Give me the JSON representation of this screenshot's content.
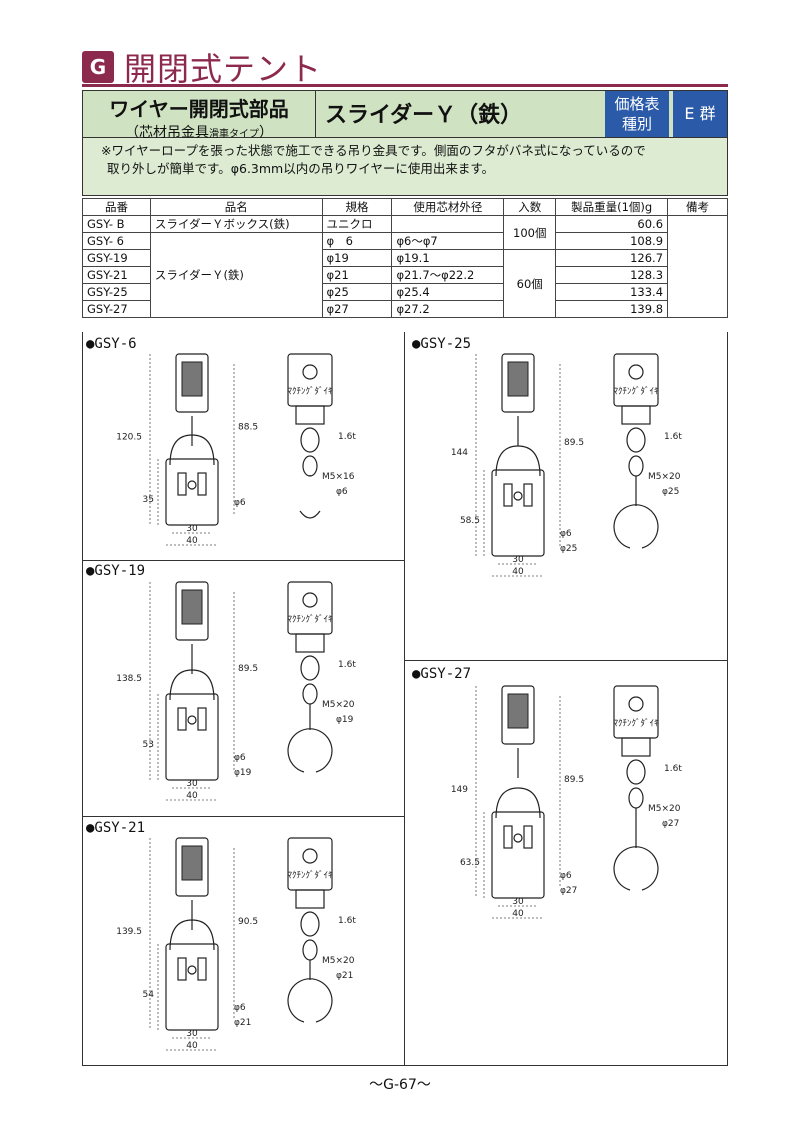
{
  "header": {
    "badge": "G",
    "title": "開閉式テント"
  },
  "band": {
    "category": "ワイヤー開閉式部品",
    "sub": "（芯材吊金具",
    "sub_small": "滑車タイプ",
    "sub_end": "）",
    "product": "スライダーＹ（鉄）",
    "price_label_1": "価格表",
    "price_label_2": "種別",
    "price_group": "E 群"
  },
  "note": {
    "line1": "※ワイヤーロープを張った状態で施工できる吊り金具です。側面のフタがバネ式になっているので",
    "line2": "取り外しが簡単です。φ6.3mm以内の吊りワイヤーに使用出来ます。"
  },
  "table": {
    "headers": [
      "品番",
      "品名",
      "規格",
      "使用芯材外径",
      "入数",
      "製品重量(1個)g",
      "備考"
    ],
    "rows": [
      {
        "code": "GSY- B",
        "name": "スライダーＹボックス(鉄)",
        "spec": "ユニクロ",
        "od": "",
        "weight": "60.6"
      },
      {
        "code": "GSY- 6",
        "spec": "φ　6",
        "od": "φ6〜φ7",
        "weight": "108.9"
      },
      {
        "code": "GSY-19",
        "spec": "φ19",
        "od": "φ19.1",
        "weight": "126.7"
      },
      {
        "code": "GSY-21",
        "spec": "φ21",
        "od": "φ21.7〜φ22.2",
        "weight": "128.3"
      },
      {
        "code": "GSY-25",
        "spec": "φ25",
        "od": "φ25.4",
        "weight": "133.4"
      },
      {
        "code": "GSY-27",
        "spec": "φ27",
        "od": "φ27.2",
        "weight": "139.8"
      }
    ],
    "group_name": "スライダーＹ(鉄)",
    "qty_100": "100個",
    "qty_60": "60個"
  },
  "panels": [
    {
      "title": "●GSY-6",
      "total": "120.5",
      "upper": "88.5",
      "lower": "35",
      "pipe": "φ6",
      "pipe2": "",
      "thick": "1.6t",
      "bolt": "M5×16",
      "ring": "φ6",
      "w1": "30",
      "w2": "40",
      "stamp": "ﾏｸﾁﾝｸﾞﾀﾞｲｷ"
    },
    {
      "title": "●GSY-19",
      "total": "138.5",
      "upper": "89.5",
      "lower": "53",
      "pipe": "φ6",
      "pipe2": "φ19",
      "thick": "1.6t",
      "bolt": "M5×20",
      "ring": "φ19",
      "w1": "30",
      "w2": "40",
      "stamp": "ﾏｸﾁﾝｸﾞﾀﾞｲｷ"
    },
    {
      "title": "●GSY-21",
      "total": "139.5",
      "upper": "90.5",
      "lower": "54",
      "pipe": "φ6",
      "pipe2": "φ21",
      "thick": "1.6t",
      "bolt": "M5×20",
      "ring": "φ21",
      "w1": "30",
      "w2": "40",
      "stamp": "ﾏｸﾁﾝｸﾞﾀﾞｲｷ"
    },
    {
      "title": "●GSY-25",
      "total": "144",
      "upper": "89.5",
      "lower": "58.5",
      "pipe": "φ6",
      "pipe2": "φ25",
      "thick": "1.6t",
      "bolt": "M5×20",
      "ring": "φ25",
      "w1": "30",
      "w2": "40",
      "stamp": "ﾏｸﾁﾝｸﾞﾀﾞｲｷ"
    },
    {
      "title": "●GSY-27",
      "total": "149",
      "upper": "89.5",
      "lower": "63.5",
      "pipe": "φ6",
      "pipe2": "φ27",
      "thick": "1.6t",
      "bolt": "M5×20",
      "ring": "φ27",
      "w1": "30",
      "w2": "40",
      "stamp": "ﾏｸﾁﾝｸﾞﾀﾞｲｷ"
    }
  ],
  "footer": "〜G-67〜"
}
